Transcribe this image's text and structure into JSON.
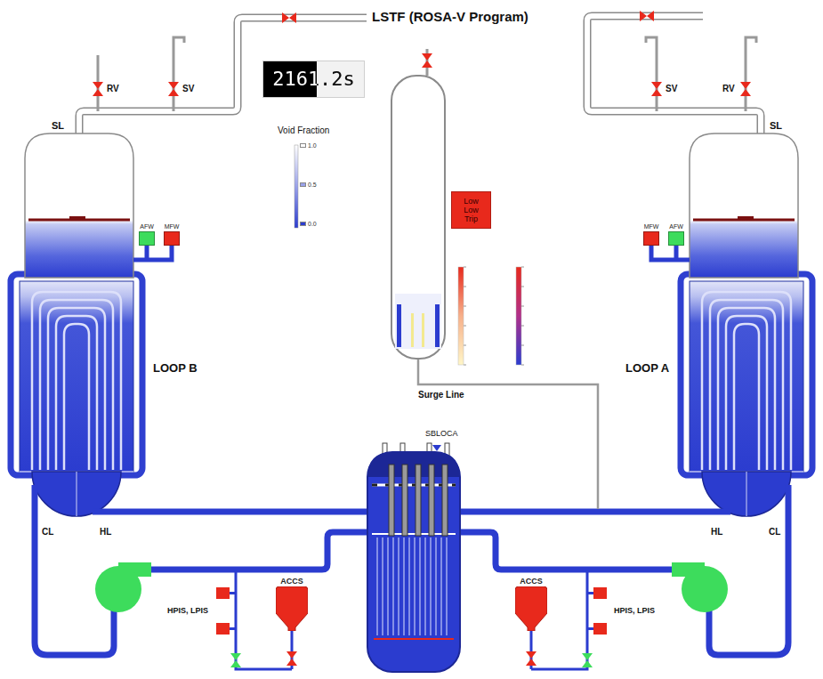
{
  "diagram": {
    "title": "LSTF (ROSA-V Program)",
    "nodes": [
      {
        "text": [
          "2161.2s"
        ]
      },
      {
        "text": [
          "Low Low Trip"
        ]
      },
      {
        "text": [
          "AFW"
        ]
      },
      {
        "text": [
          "MFW"
        ]
      },
      {
        "text": [
          "MFW"
        ]
      },
      {
        "text": [
          "AFW"
        ]
      },
      {
        "text": [
          "ACCS"
        ]
      },
      {
        "text": [
          "ACCS"
        ]
      }
    ],
    "labels": [
      "Void Fraction",
      "RV",
      "SV",
      "SV",
      "RV",
      "SL",
      "SL",
      "LOOP B",
      "LOOP A",
      "Surge Line",
      "SBLOCA",
      "CL",
      "HL",
      "HL",
      "CL",
      "HPIS, LPIS",
      "HPIS, LPIS"
    ],
    "legend": [
      {
        "text": "1.0",
        "color": "#ffffff"
      },
      {
        "text": "0.5",
        "color": "#9aa2ea"
      },
      {
        "text": "0.0",
        "color": "#2b3ccf"
      }
    ]
  }
}
